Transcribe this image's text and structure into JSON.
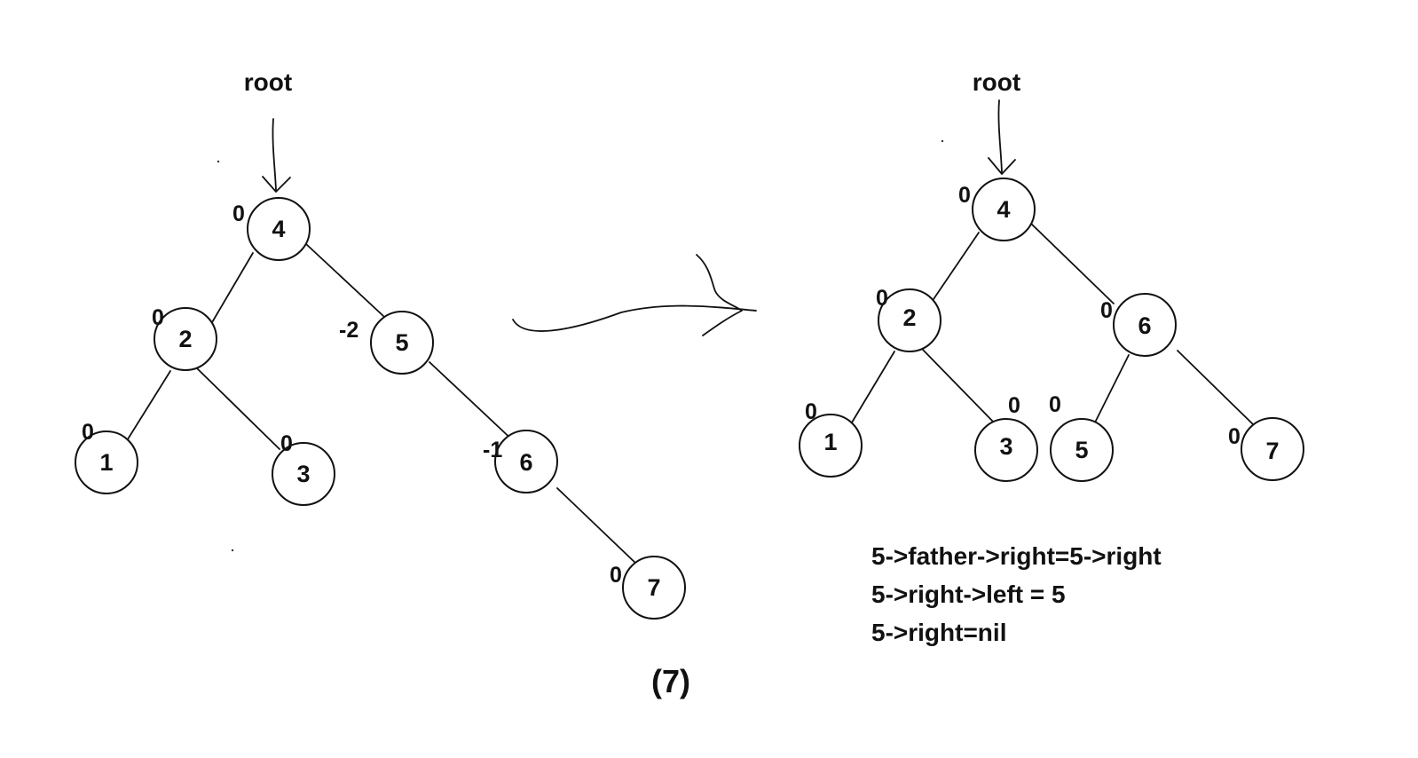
{
  "left_tree": {
    "root_label": "root",
    "nodes": [
      {
        "id": "4",
        "label": "4",
        "factor": "0"
      },
      {
        "id": "2",
        "label": "2",
        "factor": "0"
      },
      {
        "id": "5",
        "label": "5",
        "factor": "-2"
      },
      {
        "id": "1",
        "label": "1",
        "factor": "0"
      },
      {
        "id": "3",
        "label": "3",
        "factor": "0"
      },
      {
        "id": "6",
        "label": "6",
        "factor": "-1"
      },
      {
        "id": "7",
        "label": "7",
        "factor": "0"
      }
    ]
  },
  "right_tree": {
    "root_label": "root",
    "nodes": [
      {
        "id": "4",
        "label": "4",
        "factor": "0"
      },
      {
        "id": "2",
        "label": "2",
        "factor": "0"
      },
      {
        "id": "6",
        "label": "6",
        "factor": "0"
      },
      {
        "id": "1",
        "label": "1",
        "factor": "0"
      },
      {
        "id": "3",
        "label": "3",
        "factor": "0"
      },
      {
        "id": "5",
        "label": "5",
        "factor": "0"
      },
      {
        "id": "7",
        "label": "7",
        "factor": "0"
      }
    ]
  },
  "caption": "(7)",
  "code_lines": [
    "5->father->right=5->right",
    "5->right->left = 5",
    "5->right=nil"
  ]
}
